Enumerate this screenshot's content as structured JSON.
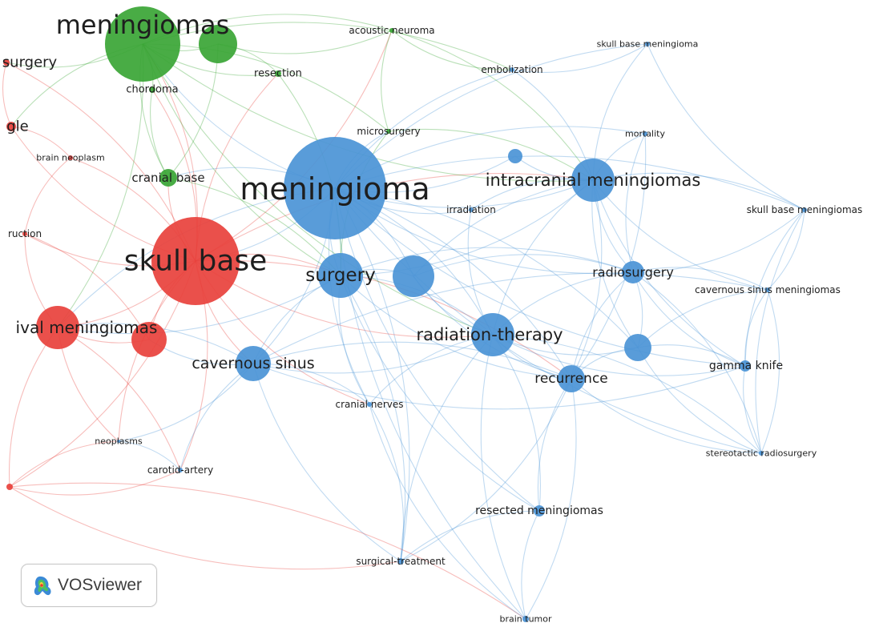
{
  "app": {
    "logo_text": "VOSviewer"
  },
  "clusters": [
    {
      "id": "red",
      "color": "#e8413c"
    },
    {
      "id": "green",
      "color": "#39a535"
    },
    {
      "id": "blue",
      "color": "#4b94d6"
    }
  ],
  "nodes": [
    {
      "id": "meningiomas",
      "label": "meningiomas",
      "cluster": "green"
    },
    {
      "id": "acoustic-neuroma",
      "label": "acoustic neuroma",
      "cluster": "green"
    },
    {
      "id": "chordoma",
      "label": "chordoma",
      "cluster": "green"
    },
    {
      "id": "resection",
      "label": "resection",
      "cluster": "green"
    },
    {
      "id": "cranial-base",
      "label": "cranial base",
      "cluster": "green"
    },
    {
      "id": "microsurgery",
      "label": "microsurgery",
      "cluster": "green"
    },
    {
      "id": "green-small",
      "label": "",
      "cluster": "green"
    },
    {
      "id": "surgery-red",
      "label": "surgery",
      "cluster": "red"
    },
    {
      "id": "gle",
      "label": "gle",
      "cluster": "red"
    },
    {
      "id": "brain-neoplasm",
      "label": "brain neoplasm",
      "cluster": "red"
    },
    {
      "id": "ruction",
      "label": "ruction",
      "cluster": "red"
    },
    {
      "id": "skull-base",
      "label": "skull base",
      "cluster": "red"
    },
    {
      "id": "ival-meningiomas",
      "label": "ival meningiomas",
      "cluster": "red"
    },
    {
      "id": "red-2",
      "label": "",
      "cluster": "red"
    },
    {
      "id": "red-edge",
      "label": "",
      "cluster": "red"
    },
    {
      "id": "meningioma",
      "label": "meningioma",
      "cluster": "blue"
    },
    {
      "id": "surgery",
      "label": "surgery",
      "cluster": "blue"
    },
    {
      "id": "cavernous-sinus",
      "label": "cavernous sinus",
      "cluster": "blue"
    },
    {
      "id": "intracranial-meningiomas",
      "label": "intracranial meningiomas",
      "cluster": "blue"
    },
    {
      "id": "radiation-therapy",
      "label": "radiation-therapy",
      "cluster": "blue"
    },
    {
      "id": "radiosurgery",
      "label": "radiosurgery",
      "cluster": "blue"
    },
    {
      "id": "recurrence",
      "label": "recurrence",
      "cluster": "blue"
    },
    {
      "id": "gamma-knife",
      "label": "gamma knife",
      "cluster": "blue"
    },
    {
      "id": "irradiation",
      "label": "irradiation",
      "cluster": "blue"
    },
    {
      "id": "embolization",
      "label": "embolization",
      "cluster": "blue"
    },
    {
      "id": "skull-base-meningioma",
      "label": "skull base meningioma",
      "cluster": "blue"
    },
    {
      "id": "skull-base-meningiomas",
      "label": "skull base meningiomas",
      "cluster": "blue"
    },
    {
      "id": "cavernous-sinus-meningiomas",
      "label": "cavernous sinus meningiomas",
      "cluster": "blue"
    },
    {
      "id": "mortality",
      "label": "mortality",
      "cluster": "blue"
    },
    {
      "id": "cranial-nerves",
      "label": "cranial nerves",
      "cluster": "blue"
    },
    {
      "id": "neoplasms",
      "label": "neoplasms",
      "cluster": "blue"
    },
    {
      "id": "carotid-artery",
      "label": "carotid-artery",
      "cluster": "blue"
    },
    {
      "id": "stereotactic-radiosurgery",
      "label": "stereotactic radiosurgery",
      "cluster": "blue"
    },
    {
      "id": "resected-meningiomas",
      "label": "resected meningiomas",
      "cluster": "blue"
    },
    {
      "id": "surgical-treatment",
      "label": "surgical-treatment",
      "cluster": "blue"
    },
    {
      "id": "brain-tumor",
      "label": "brain tumor",
      "cluster": "blue"
    },
    {
      "id": "blue-a",
      "label": "",
      "cluster": "blue"
    },
    {
      "id": "blue-b",
      "label": "",
      "cluster": "blue"
    },
    {
      "id": "blue-c",
      "label": "",
      "cluster": "blue"
    }
  ],
  "edges": [
    [
      "meningioma",
      "skull-base"
    ],
    [
      "meningioma",
      "surgery"
    ],
    [
      "meningioma",
      "cavernous-sinus"
    ],
    [
      "meningioma",
      "intracranial-meningiomas"
    ],
    [
      "meningioma",
      "radiation-therapy"
    ],
    [
      "meningioma",
      "radiosurgery"
    ],
    [
      "meningioma",
      "recurrence"
    ],
    [
      "meningioma",
      "gamma-knife"
    ],
    [
      "meningioma",
      "meningiomas"
    ],
    [
      "meningioma",
      "irradiation"
    ],
    [
      "meningioma",
      "embolization"
    ],
    [
      "meningioma",
      "cranial-base"
    ],
    [
      "meningioma",
      "blue-a"
    ],
    [
      "meningioma",
      "blue-b"
    ],
    [
      "meningioma",
      "blue-c"
    ],
    [
      "meningioma",
      "ival-meningiomas"
    ],
    [
      "meningioma",
      "skull-base-meningiomas"
    ],
    [
      "meningioma",
      "resected-meningiomas"
    ],
    [
      "meningioma",
      "surgical-treatment"
    ],
    [
      "meningioma",
      "cranial-nerves"
    ],
    [
      "meningioma",
      "microsurgery"
    ],
    [
      "meningioma",
      "stereotactic-radiosurgery"
    ],
    [
      "meningioma",
      "mortality"
    ],
    [
      "meningioma",
      "brain-tumor"
    ],
    [
      "meningioma",
      "skull-base-meningioma"
    ],
    [
      "skull-base",
      "meningiomas"
    ],
    [
      "skull-base",
      "surgery"
    ],
    [
      "skull-base",
      "cavernous-sinus"
    ],
    [
      "skull-base",
      "ival-meningiomas"
    ],
    [
      "skull-base",
      "red-2"
    ],
    [
      "skull-base",
      "cranial-base"
    ],
    [
      "skull-base",
      "surgery-red"
    ],
    [
      "skull-base",
      "gle"
    ],
    [
      "skull-base",
      "brain-neoplasm"
    ],
    [
      "skull-base",
      "ruction"
    ],
    [
      "skull-base",
      "chordoma"
    ],
    [
      "skull-base",
      "red-edge"
    ],
    [
      "skull-base",
      "neoplasms"
    ],
    [
      "skull-base",
      "carotid-artery"
    ],
    [
      "skull-base",
      "radiation-therapy"
    ],
    [
      "skull-base",
      "resection"
    ],
    [
      "skull-base",
      "acoustic-neuroma"
    ],
    [
      "skull-base",
      "intracranial-meningiomas"
    ],
    [
      "skull-base",
      "cranial-nerves"
    ],
    [
      "skull-base",
      "recurrence"
    ],
    [
      "meningiomas",
      "green-small"
    ],
    [
      "meningiomas",
      "chordoma"
    ],
    [
      "meningiomas",
      "resection"
    ],
    [
      "meningiomas",
      "acoustic-neuroma"
    ],
    [
      "meningiomas",
      "cranial-base"
    ],
    [
      "meningiomas",
      "surgery-red"
    ],
    [
      "meningiomas",
      "gle"
    ],
    [
      "meningiomas",
      "microsurgery"
    ],
    [
      "meningiomas",
      "surgery"
    ],
    [
      "meningiomas",
      "ival-meningiomas"
    ],
    [
      "meningiomas",
      "intracranial-meningiomas"
    ],
    [
      "meningiomas",
      "embolization"
    ],
    [
      "meningiomas",
      "radiation-therapy"
    ],
    [
      "green-small",
      "resection"
    ],
    [
      "green-small",
      "acoustic-neuroma"
    ],
    [
      "green-small",
      "cranial-base"
    ],
    [
      "acoustic-neuroma",
      "microsurgery"
    ],
    [
      "acoustic-neuroma",
      "intracranial-meningiomas"
    ],
    [
      "acoustic-neuroma",
      "embolization"
    ],
    [
      "resection",
      "surgery"
    ],
    [
      "chordoma",
      "cranial-base"
    ],
    [
      "cranial-base",
      "surgery"
    ],
    [
      "surgery",
      "cavernous-sinus"
    ],
    [
      "surgery",
      "radiation-therapy"
    ],
    [
      "surgery",
      "intracranial-meningiomas"
    ],
    [
      "surgery",
      "blue-a"
    ],
    [
      "surgery",
      "recurrence"
    ],
    [
      "surgery",
      "radiosurgery"
    ],
    [
      "surgery",
      "cranial-nerves"
    ],
    [
      "surgery",
      "surgical-treatment"
    ],
    [
      "surgery",
      "resected-meningiomas"
    ],
    [
      "surgery",
      "ival-meningiomas"
    ],
    [
      "blue-a",
      "radiation-therapy"
    ],
    [
      "blue-a",
      "intracranial-meningiomas"
    ],
    [
      "blue-a",
      "recurrence"
    ],
    [
      "blue-a",
      "radiosurgery"
    ],
    [
      "radiation-therapy",
      "recurrence"
    ],
    [
      "radiation-therapy",
      "radiosurgery"
    ],
    [
      "radiation-therapy",
      "blue-c"
    ],
    [
      "radiation-therapy",
      "intracranial-meningiomas"
    ],
    [
      "radiation-therapy",
      "gamma-knife"
    ],
    [
      "radiation-therapy",
      "resected-meningiomas"
    ],
    [
      "radiation-therapy",
      "brain-tumor"
    ],
    [
      "radiation-therapy",
      "stereotactic-radiosurgery"
    ],
    [
      "radiation-therapy",
      "surgical-treatment"
    ],
    [
      "radiation-therapy",
      "cavernous-sinus"
    ],
    [
      "radiation-therapy",
      "cranial-nerves"
    ],
    [
      "intracranial-meningiomas",
      "blue-b"
    ],
    [
      "intracranial-meningiomas",
      "radiosurgery"
    ],
    [
      "intracranial-meningiomas",
      "recurrence"
    ],
    [
      "intracranial-meningiomas",
      "blue-c"
    ],
    [
      "intracranial-meningiomas",
      "skull-base-meningiomas"
    ],
    [
      "intracranial-meningiomas",
      "cavernous-sinus-meningiomas"
    ],
    [
      "intracranial-meningiomas",
      "mortality"
    ],
    [
      "intracranial-meningiomas",
      "embolization"
    ],
    [
      "intracranial-meningiomas",
      "skull-base-meningioma"
    ],
    [
      "intracranial-meningiomas",
      "gamma-knife"
    ],
    [
      "radiosurgery",
      "blue-c"
    ],
    [
      "radiosurgery",
      "gamma-knife"
    ],
    [
      "radiosurgery",
      "cavernous-sinus-meningiomas"
    ],
    [
      "radiosurgery",
      "recurrence"
    ],
    [
      "radiosurgery",
      "stereotactic-radiosurgery"
    ],
    [
      "radiosurgery",
      "skull-base-meningiomas"
    ],
    [
      "blue-c",
      "gamma-knife"
    ],
    [
      "blue-c",
      "recurrence"
    ],
    [
      "blue-c",
      "cavernous-sinus-meningiomas"
    ],
    [
      "blue-c",
      "stereotactic-radiosurgery"
    ],
    [
      "gamma-knife",
      "cavernous-sinus-meningiomas"
    ],
    [
      "gamma-knife",
      "stereotactic-radiosurgery"
    ],
    [
      "gamma-knife",
      "skull-base-meningiomas"
    ],
    [
      "recurrence",
      "resected-meningiomas"
    ],
    [
      "recurrence",
      "brain-tumor"
    ],
    [
      "recurrence",
      "stereotactic-radiosurgery"
    ],
    [
      "recurrence",
      "surgical-treatment"
    ],
    [
      "recurrence",
      "cavernous-sinus"
    ],
    [
      "cavernous-sinus",
      "cranial-nerves"
    ],
    [
      "cavernous-sinus",
      "carotid-artery"
    ],
    [
      "cavernous-sinus",
      "neoplasms"
    ],
    [
      "cavernous-sinus",
      "ival-meningiomas"
    ],
    [
      "cavernous-sinus",
      "red-2"
    ],
    [
      "cavernous-sinus",
      "surgical-treatment"
    ],
    [
      "cavernous-sinus",
      "cavernous-sinus-meningiomas"
    ],
    [
      "cavernous-sinus",
      "gamma-knife"
    ],
    [
      "red-2",
      "ival-meningiomas"
    ],
    [
      "ival-meningiomas",
      "red-edge"
    ],
    [
      "ival-meningiomas",
      "ruction"
    ],
    [
      "ival-meningiomas",
      "neoplasms"
    ],
    [
      "ival-meningiomas",
      "carotid-artery"
    ],
    [
      "red-edge",
      "carotid-artery"
    ],
    [
      "red-edge",
      "neoplasms"
    ],
    [
      "red-edge",
      "surgical-treatment"
    ],
    [
      "red-edge",
      "brain-tumor"
    ],
    [
      "surgery-red",
      "gle"
    ],
    [
      "gle",
      "brain-neoplasm"
    ],
    [
      "brain-neoplasm",
      "ruction"
    ],
    [
      "ruction",
      "red-2"
    ],
    [
      "skull-base-meningioma",
      "skull-base-meningiomas"
    ],
    [
      "skull-base-meningiomas",
      "cavernous-sinus-meningiomas"
    ],
    [
      "skull-base-meningiomas",
      "stereotactic-radiosurgery"
    ],
    [
      "cavernous-sinus-meningiomas",
      "stereotactic-radiosurgery"
    ],
    [
      "resected-meningiomas",
      "brain-tumor"
    ],
    [
      "surgical-treatment",
      "resected-meningiomas"
    ],
    [
      "surgical-treatment",
      "cranial-nerves"
    ],
    [
      "brain-tumor",
      "cranial-nerves"
    ],
    [
      "irradiation",
      "radiation-therapy"
    ],
    [
      "irradiation",
      "intracranial-meningiomas"
    ],
    [
      "embolization",
      "skull-base-meningioma"
    ],
    [
      "mortality",
      "recurrence"
    ],
    [
      "mortality",
      "radiosurgery"
    ],
    [
      "neoplasms",
      "carotid-artery"
    ],
    [
      "microsurgery",
      "surgery"
    ],
    [
      "microsurgery",
      "intracranial-meningiomas"
    ]
  ]
}
